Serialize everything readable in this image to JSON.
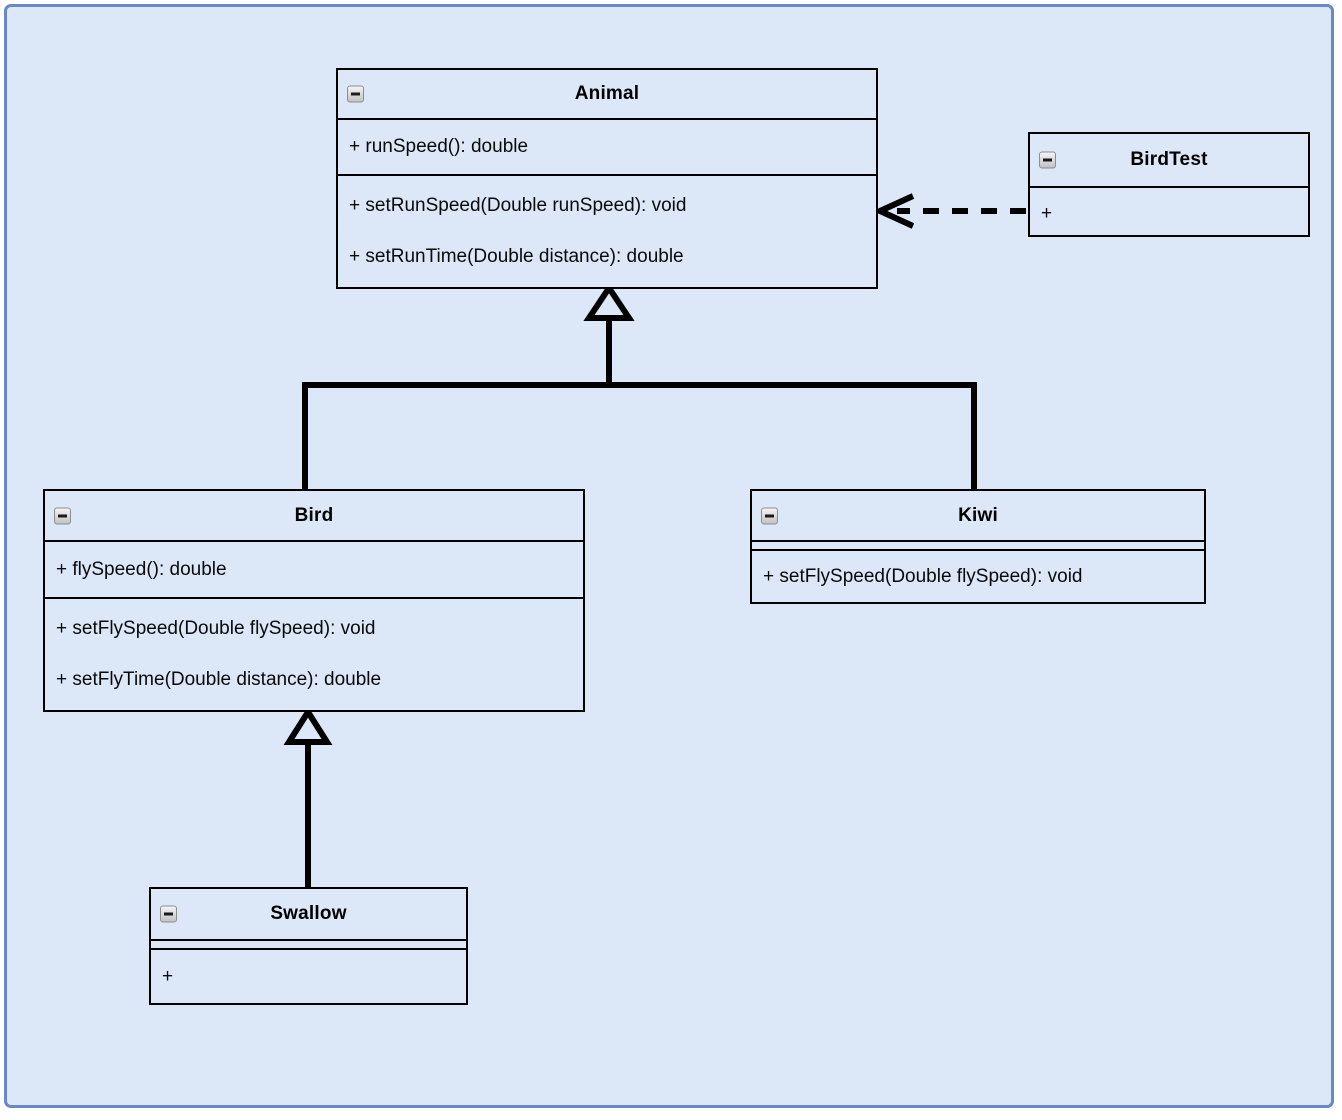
{
  "diagram": {
    "kind": "uml-class-diagram",
    "canvas": {
      "background_color": "#dce7f8",
      "border_color": "#6b87c7"
    },
    "classes": [
      {
        "id": "animal",
        "name": "Animal",
        "collapse_icon": "collapse-minus-icon",
        "attributes": [
          "+ runSpeed(): double"
        ],
        "operations": [
          "+ setRunSpeed(Double runSpeed): void",
          "+ setRunTime(Double distance): double"
        ]
      },
      {
        "id": "birdtest",
        "name": "BirdTest",
        "collapse_icon": "collapse-minus-icon",
        "attributes": [],
        "operations": [
          "+"
        ]
      },
      {
        "id": "bird",
        "name": "Bird",
        "collapse_icon": "collapse-minus-icon",
        "attributes": [
          "+ flySpeed(): double"
        ],
        "operations": [
          "+ setFlySpeed(Double flySpeed): void",
          "+ setFlyTime(Double distance): double"
        ]
      },
      {
        "id": "kiwi",
        "name": "Kiwi",
        "collapse_icon": "collapse-minus-icon",
        "attributes": [],
        "operations": [
          "+ setFlySpeed(Double flySpeed): void"
        ]
      },
      {
        "id": "swallow",
        "name": "Swallow",
        "collapse_icon": "collapse-minus-icon",
        "attributes": [],
        "operations": [
          "+"
        ]
      }
    ],
    "relationships": [
      {
        "id": "bird-animal",
        "type": "generalization",
        "from": "Bird",
        "to": "Animal",
        "style": "solid",
        "arrowhead": "hollow-triangle"
      },
      {
        "id": "kiwi-animal",
        "type": "generalization",
        "from": "Kiwi",
        "to": "Animal",
        "style": "solid",
        "arrowhead": "hollow-triangle"
      },
      {
        "id": "swallow-bird",
        "type": "generalization",
        "from": "Swallow",
        "to": "Bird",
        "style": "solid",
        "arrowhead": "hollow-triangle"
      },
      {
        "id": "birdtest-animal",
        "type": "dependency",
        "from": "BirdTest",
        "to": "Animal",
        "style": "dashed",
        "arrowhead": "open-arrow"
      }
    ]
  }
}
